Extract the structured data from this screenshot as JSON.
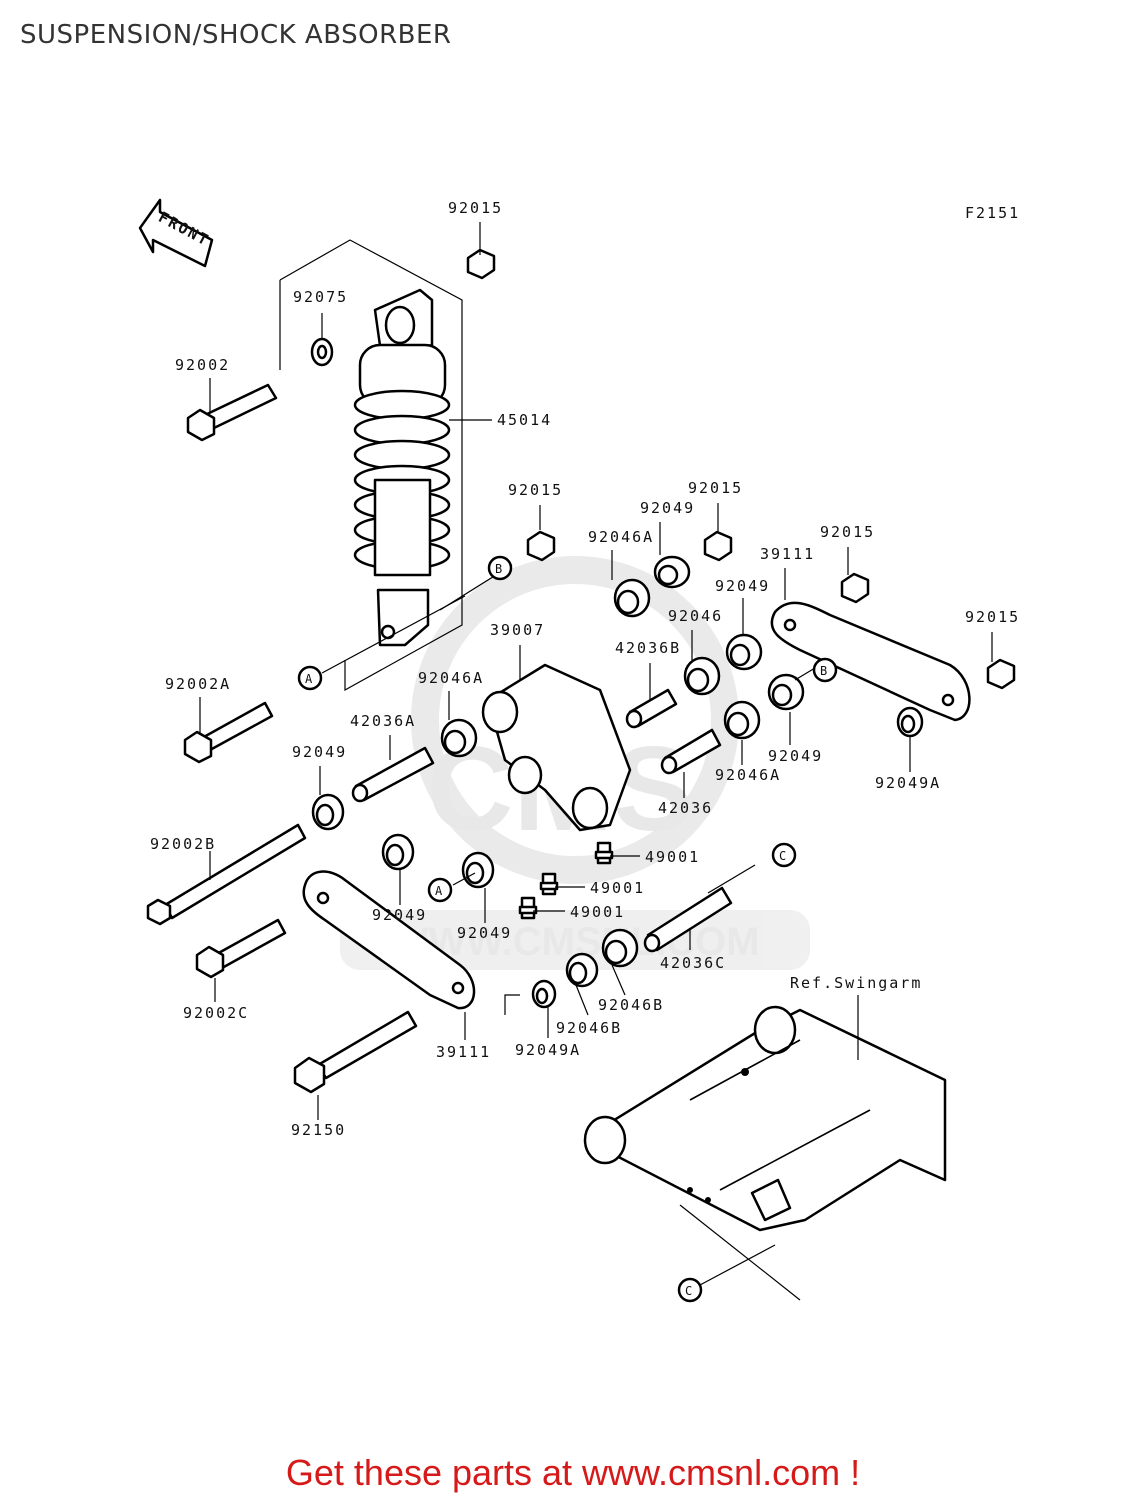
{
  "title": "SUSPENSION/SHOCK ABSORBER",
  "figure_code": "F2151",
  "front_label": "FRONT",
  "watermark": "WWW.CMSNL.COM",
  "footer": "Get these parts at www.cmsnl.com !",
  "ref_label": "Ref.Swingarm",
  "parts": {
    "p92015_top": "92015",
    "p92075": "92075",
    "p92002": "92002",
    "p45014": "45014",
    "p92015_mid": "92015",
    "p92049_top": "92049",
    "p92015_b": "92015",
    "p92046A_top": "92046A",
    "p39111_top": "39111",
    "p92015_r": "92015",
    "p92049_r": "92049",
    "p92046": "92046",
    "p92015_far": "92015",
    "p39007": "39007",
    "p42036B": "42036B",
    "p92002A": "92002A",
    "p92046A_mid": "92046A",
    "p42036A": "42036A",
    "p92049_l": "92049",
    "p92049_b2": "92049",
    "p92046A_r": "92046A",
    "p92049A_r": "92049A",
    "p42036": "42036",
    "p92002B": "92002B",
    "p49001_a": "49001",
    "p49001_b": "49001",
    "p49001_c": "49001",
    "p92049_lo1": "92049",
    "p92049_lo2": "92049",
    "p42036C": "42036C",
    "p92002C": "92002C",
    "p92046B_1": "92046B",
    "p92046B_2": "92046B",
    "p39111_bot": "39111",
    "p92049A_bot": "92049A",
    "p92150": "92150"
  },
  "callouts": {
    "a": "A",
    "b": "B",
    "c": "C"
  }
}
